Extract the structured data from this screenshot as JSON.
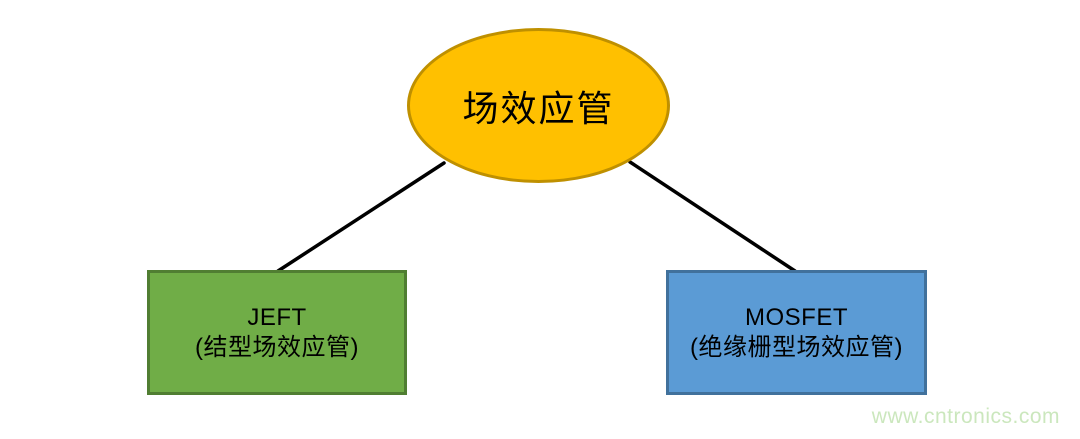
{
  "diagram": {
    "root": {
      "label": "场效应管",
      "fill": "#FFC000",
      "border_color": "#BF9000",
      "text_color": "#000000"
    },
    "connector_color": "#000000",
    "children": [
      {
        "abbr": "JEFT",
        "full_name": "(结型场效应管)",
        "fill": "#70AD47",
        "border_color": "#507E32",
        "text_color": "#000000"
      },
      {
        "abbr": "MOSFET",
        "full_name": "(绝缘栅型场效应管)",
        "fill": "#5B9BD5",
        "border_color": "#41719C",
        "text_color": "#000000"
      }
    ]
  },
  "watermark": {
    "text": "www.cntronics.com",
    "color": "#CBE7BD"
  }
}
